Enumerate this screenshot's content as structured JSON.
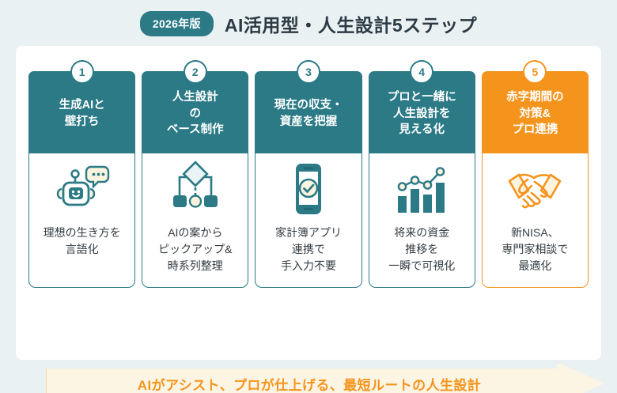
{
  "header": {
    "year_badge": "2026年版",
    "title": "AI活用型・人生設計5ステップ"
  },
  "colors": {
    "teal": "#2b7a86",
    "orange": "#f5941d",
    "page_background": "#e9f1f3",
    "panel_background": "#ffffff",
    "banner_background": "#fdf5e4",
    "banner_border": "#f7d9a0",
    "icon_cream": "#fdf4e0",
    "body_text": "#333c42"
  },
  "steps": [
    {
      "number": "1",
      "title": "生成AIと\n壁打ち",
      "icon": "robot-chat-icon",
      "body": "理想の生き方を\n言語化",
      "accent": false
    },
    {
      "number": "2",
      "title": "人生設計\nの\nベース制作",
      "icon": "flowchart-icon",
      "body": "AIの案から\nピックアップ&\n時系列整理",
      "accent": false
    },
    {
      "number": "3",
      "title": "現在の収支・\n資産を把握",
      "icon": "smartphone-check-icon",
      "body": "家計簿アプリ\n連携で\n手入力不要",
      "accent": false
    },
    {
      "number": "4",
      "title": "プロと一緒に\n人生設計を\n見える化",
      "icon": "bar-line-chart-icon",
      "body": "将来の資金\n推移を\n一瞬で可視化",
      "accent": false
    },
    {
      "number": "5",
      "title": "赤字期間の\n対策&\nプロ連携",
      "icon": "handshake-icon",
      "body": "新NISA、\n専門家相談で\n最適化",
      "accent": true
    }
  ],
  "banner": {
    "text": "AIがアシスト、プロが仕上げる、最短ルートの人生設計"
  }
}
